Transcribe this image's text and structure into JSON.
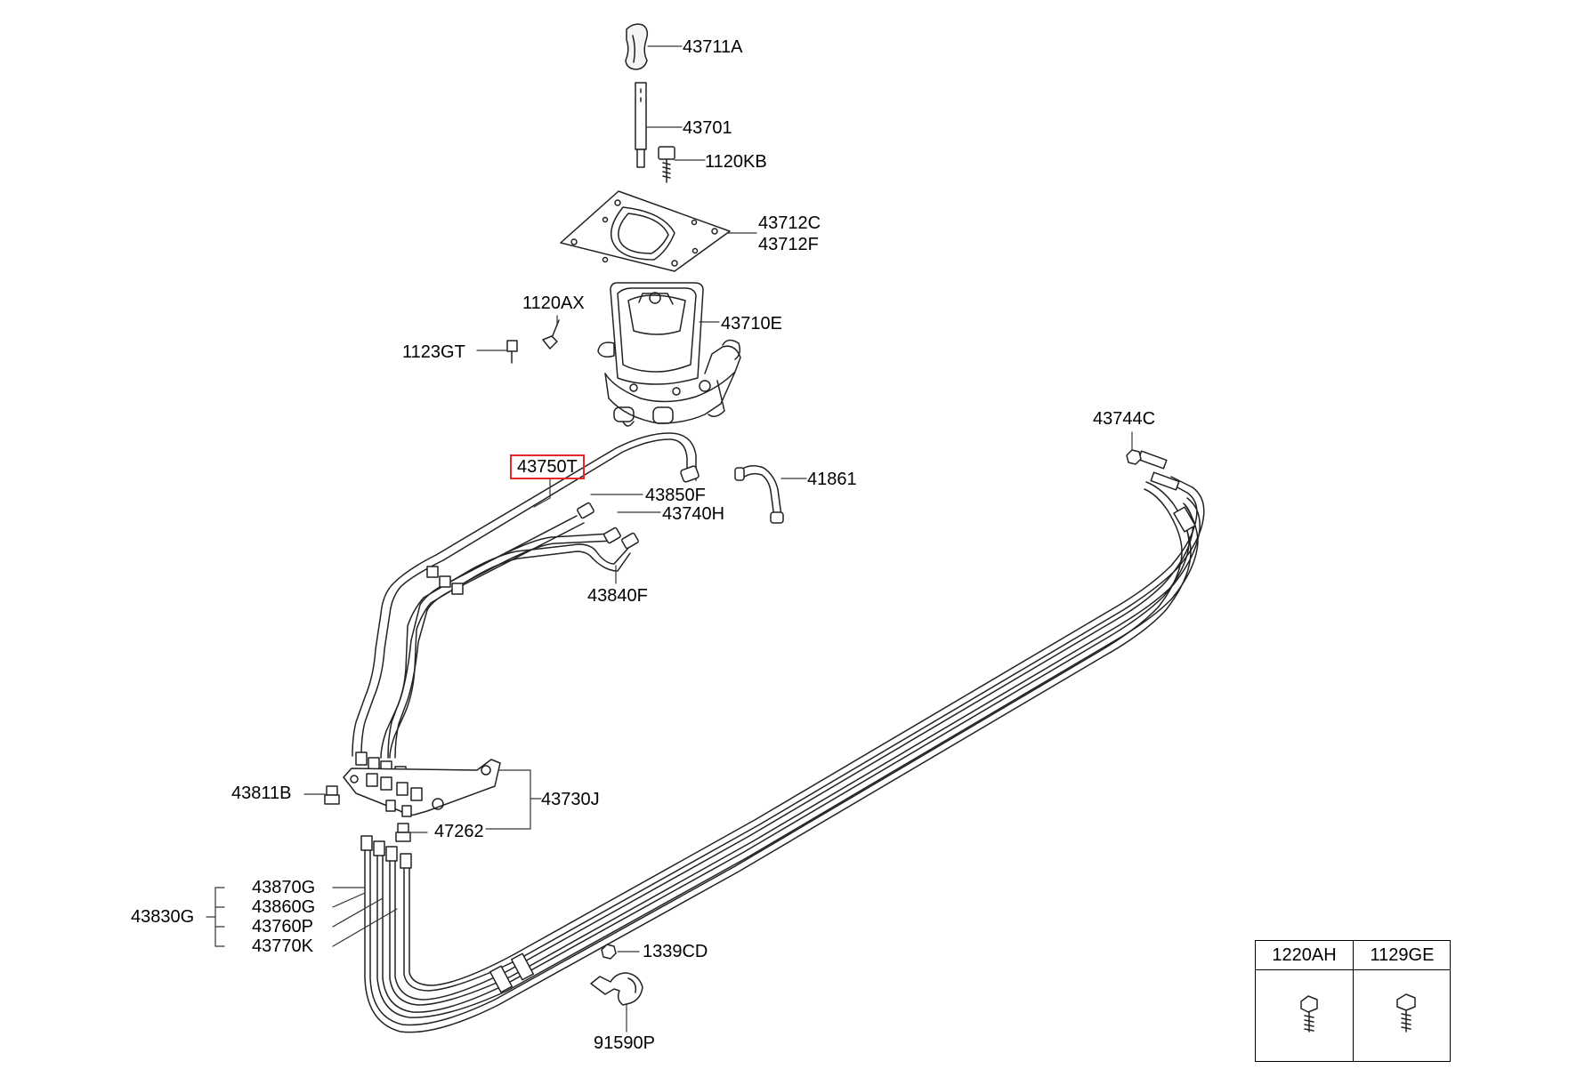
{
  "diagram": {
    "part_labels": [
      {
        "id": "knob",
        "text": "43711A"
      },
      {
        "id": "lever",
        "text": "43701"
      },
      {
        "id": "bolt-kb",
        "text": "1120KB"
      },
      {
        "id": "plate-c",
        "text": "43712C"
      },
      {
        "id": "plate-f",
        "text": "43712F"
      },
      {
        "id": "bolt-ax",
        "text": "1120AX"
      },
      {
        "id": "housing",
        "text": "43710E"
      },
      {
        "id": "bolt-gt",
        "text": "1123GT"
      },
      {
        "id": "tube-assy",
        "text": "43750T"
      },
      {
        "id": "hose",
        "text": "41861"
      },
      {
        "id": "line-850f",
        "text": "43850F"
      },
      {
        "id": "line-740h",
        "text": "43740H"
      },
      {
        "id": "line-840f",
        "text": "43840F"
      },
      {
        "id": "nut-744c",
        "text": "43744C"
      },
      {
        "id": "fitting-811b",
        "text": "43811B"
      },
      {
        "id": "bracket",
        "text": "43730J"
      },
      {
        "id": "fitting-262",
        "text": "47262"
      },
      {
        "id": "hose-870g",
        "text": "43870G"
      },
      {
        "id": "hose-860g",
        "text": "43860G"
      },
      {
        "id": "hose-760p",
        "text": "43760P"
      },
      {
        "id": "hose-770k",
        "text": "43770K"
      },
      {
        "id": "hose-set",
        "text": "43830G"
      },
      {
        "id": "nut-cd",
        "text": "1339CD"
      },
      {
        "id": "clip",
        "text": "91590P"
      }
    ]
  },
  "fastener_table": {
    "columns": [
      "1220AH",
      "1129GE"
    ]
  }
}
